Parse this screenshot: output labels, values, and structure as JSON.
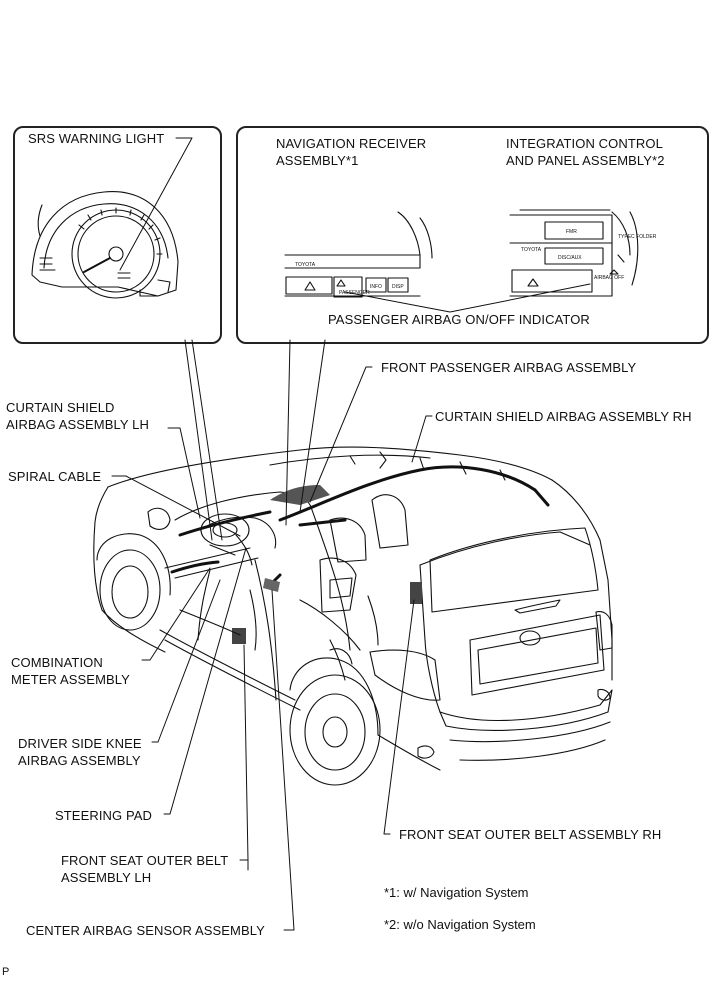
{
  "insets": {
    "left_title": "SRS WARNING LIGHT",
    "nav_receiver": "NAVIGATION RECEIVER\nASSEMBLY*1",
    "integration_panel": "INTEGRATION CONTROL\nAND PANEL ASSEMBLY*2",
    "passenger_indicator": "PASSENGER AIRBAG ON/OFF INDICATOR"
  },
  "labels": {
    "front_passenger_airbag": "FRONT PASSENGER AIRBAG ASSEMBLY",
    "curtain_lh": "CURTAIN SHIELD\nAIRBAG ASSEMBLY LH",
    "curtain_rh": "CURTAIN SHIELD AIRBAG ASSEMBLY RH",
    "spiral_cable": "SPIRAL CABLE",
    "combination_meter": "COMBINATION\nMETER ASSEMBLY",
    "driver_knee": "DRIVER SIDE KNEE\nAIRBAG ASSEMBLY",
    "steering_pad": "STEERING PAD",
    "front_belt_lh": "FRONT SEAT OUTER BELT\nASSEMBLY LH",
    "front_belt_rh": "FRONT SEAT OUTER BELT ASSEMBLY RH",
    "center_sensor": "CENTER AIRBAG SENSOR ASSEMBLY"
  },
  "panel_text": {
    "toyota_1": "TOYOTA",
    "toyota_2": "TOYOTA",
    "fmr": "FMR",
    "disc_aux": "DISC/AUX",
    "info": "INFO",
    "disp": "DISP",
    "typec": "TYPEC\nFOLDER",
    "airbag": "AIRBAG\nOFF",
    "passenger": "PASSENGER"
  },
  "notes": {
    "nav": "*1: w/ Navigation System",
    "no_nav": "*2: w/o Navigation System"
  },
  "corner_mark": "P"
}
